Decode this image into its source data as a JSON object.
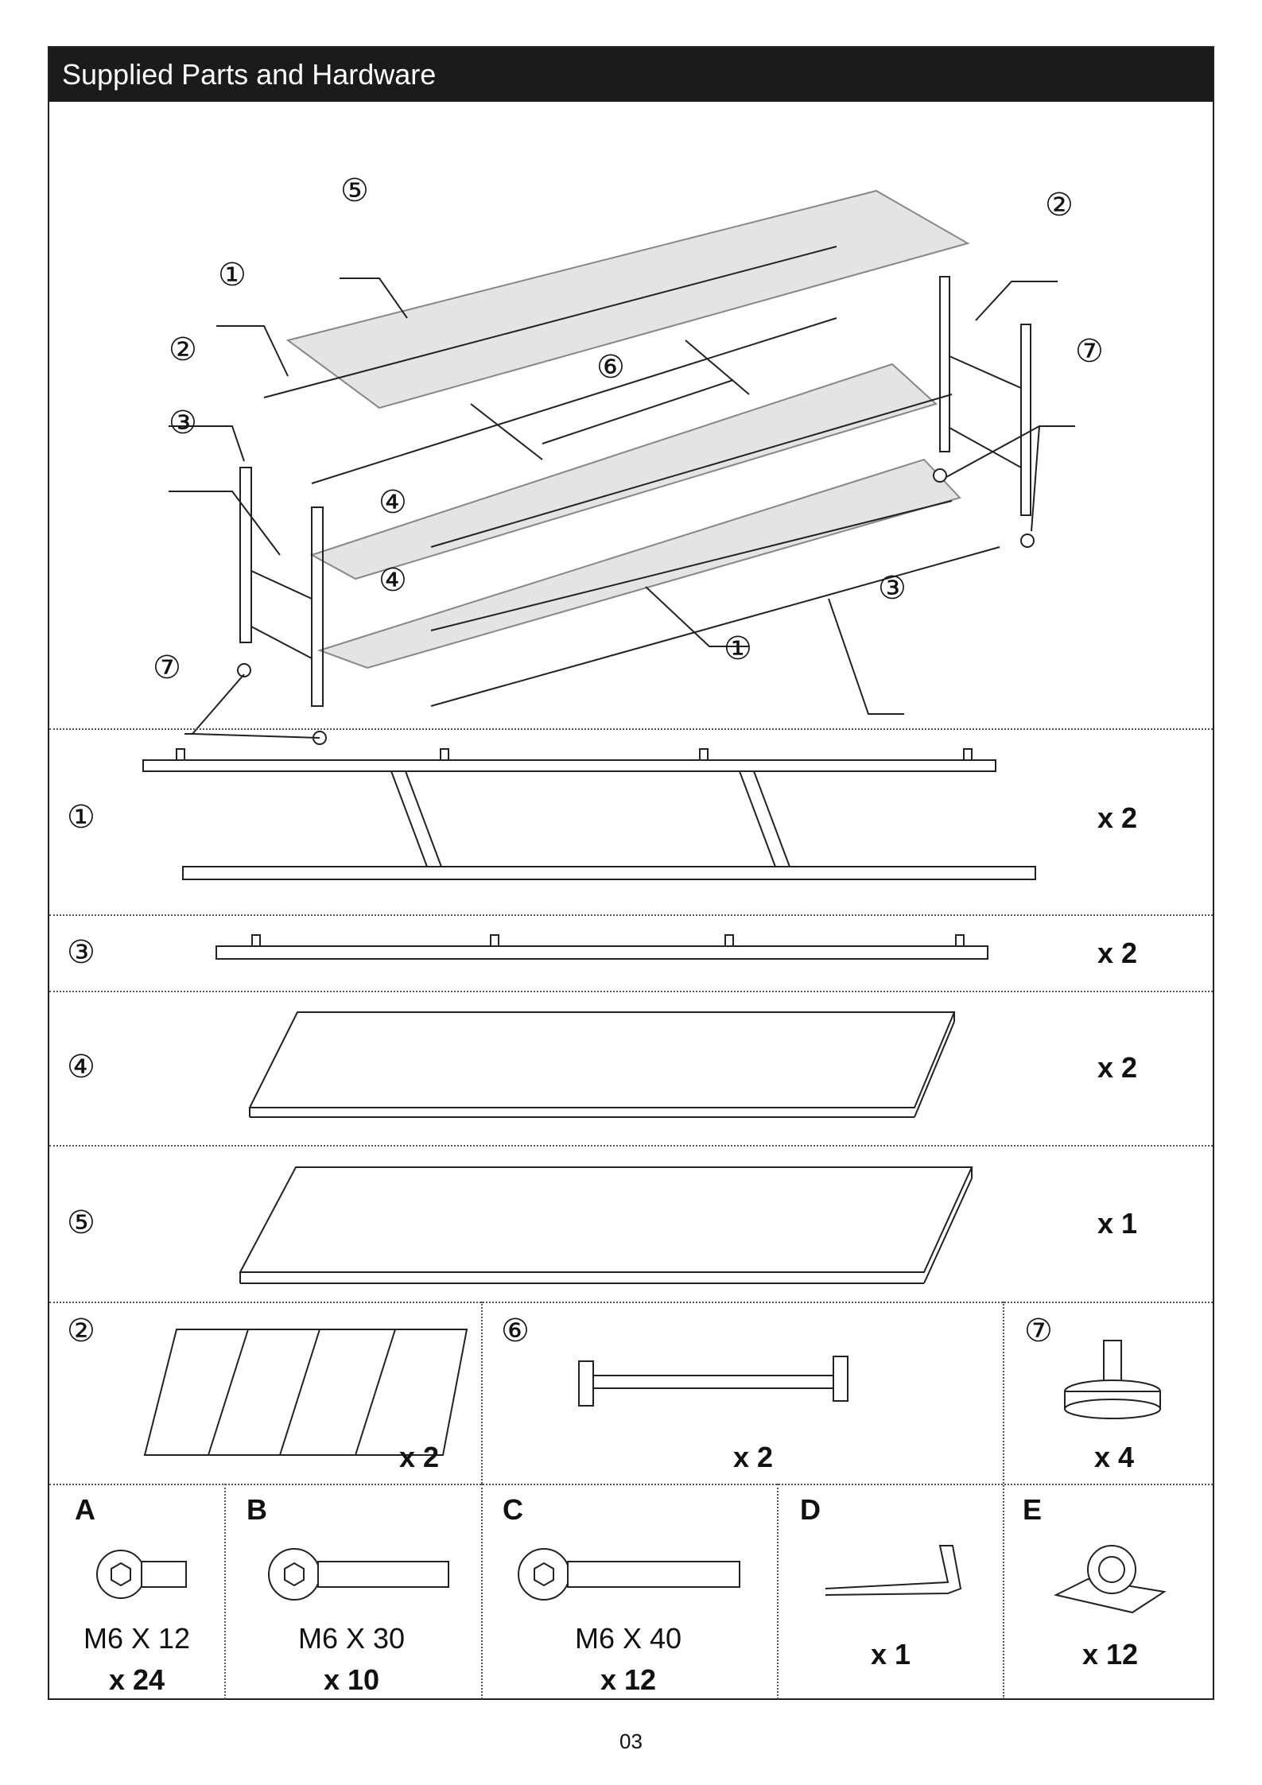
{
  "header": {
    "title": "Supplied Parts and Hardware"
  },
  "callouts": {
    "c1": "①",
    "c2": "②",
    "c3": "③",
    "c4": "④",
    "c5": "⑤",
    "c6": "⑥",
    "c7": "⑦"
  },
  "parts": [
    {
      "id": "①",
      "qty": "x 2"
    },
    {
      "id": "③",
      "qty": "x 2"
    },
    {
      "id": "④",
      "qty": "x 2"
    },
    {
      "id": "⑤",
      "qty": "x 1"
    },
    {
      "id": "②",
      "qty": "x 2"
    },
    {
      "id": "⑥",
      "qty": "x 2"
    },
    {
      "id": "⑦",
      "qty": "x 4"
    }
  ],
  "hardware": [
    {
      "letter": "A",
      "spec": "M6 X 12",
      "qty": "x 24"
    },
    {
      "letter": "B",
      "spec": "M6 X 30",
      "qty": "x 10"
    },
    {
      "letter": "C",
      "spec": "M6 X 40",
      "qty": "x 12"
    },
    {
      "letter": "D",
      "spec": "",
      "qty": "x 1"
    },
    {
      "letter": "E",
      "spec": "",
      "qty": "x 12"
    }
  ],
  "footer": {
    "page_number": "03"
  }
}
